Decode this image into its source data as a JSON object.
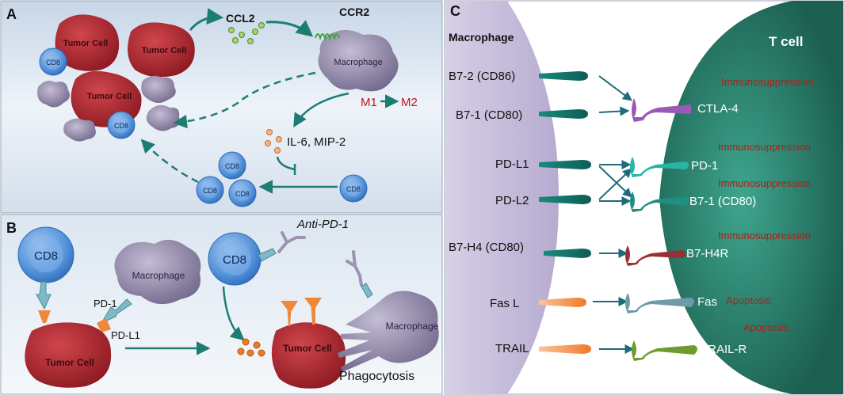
{
  "panels": {
    "a": {
      "letter": "A",
      "tumor_cell": "Tumor Cell",
      "ccl2": "CCL2",
      "ccr2": "CCR2",
      "macrophage": "Macrophage",
      "cd8": "CD8",
      "m1": "M1",
      "m2": "M2",
      "cytokines": "IL-6, MIP-2"
    },
    "b": {
      "letter": "B",
      "cd8": "CD8",
      "macrophage": "Macrophage",
      "pd1": "PD-1",
      "pdl1": "PD-L1",
      "tumor_cell": "Tumor Cell",
      "anti_pd1": "Anti-PD-1",
      "phagocytosis": "Phagocytosis"
    },
    "c": {
      "letter": "C",
      "macrophage": "Macrophage",
      "tcell": "T cell",
      "ligands": [
        "B7-2 (CD86)",
        "B7-1 (CD80)",
        "PD-L1",
        "PD-L2",
        "B7-H4 (CD80)",
        "Fas L",
        "TRAIL"
      ],
      "receptors": [
        "CTLA-4",
        "PD-1",
        "B7-1 (CD80)",
        "B7-H4R",
        "Fas",
        "TRAIL-R"
      ],
      "effects": [
        "Immunosuppression",
        "Immunosuppression",
        "Immunosuppression",
        "Immunosuppression",
        "Apoptosis",
        "Apoptosis"
      ]
    }
  },
  "colors": {
    "tumor": "#a8232b",
    "macrophage": "#8f85a6",
    "cd8": "#4a86cf",
    "teal": "#1d7d73",
    "orange": "#f0883a",
    "red_label": "#c0151b",
    "effect_label": "#a5231c"
  }
}
